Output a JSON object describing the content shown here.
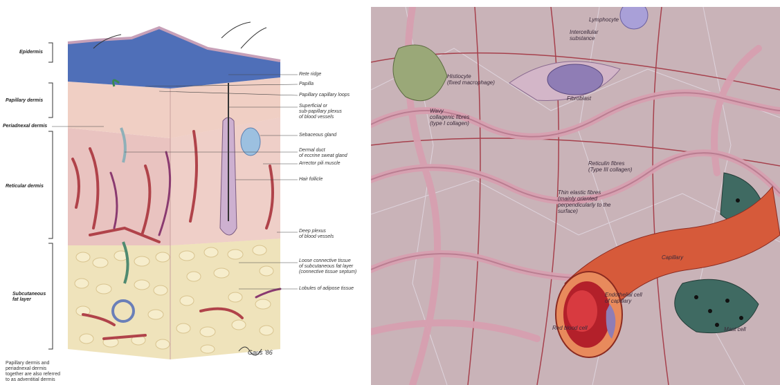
{
  "left_panel": {
    "layer_labels": {
      "epidermis": "Epidermis",
      "papillary_dermis": "Papillary dermis",
      "periadnexal_dermis": "Periadnexal dermis",
      "reticular_dermis": "Reticular dermis",
      "subcutaneous": "Subcutaneous\nfat layer"
    },
    "callouts": {
      "rete_ridge": "Rete ridge",
      "papilla": "Papilla",
      "capillary_loops": "Papillary capillary loops",
      "superficial_plexus": "Superficial or\nsub-papillary plexus\nof blood vessels",
      "sebaceous": "Sebaceous gland",
      "dermal_duct": "Dermal duct\nof eccrine sweat gland",
      "arrector": "Arrector pili muscle",
      "hair_follicle": "Hair follicle",
      "deep_plexus": "Deep plexus\nof blood vessels",
      "loose_connective": "Loose connective tissue\nof subcutaneous fat layer\n(connective tissue septum)",
      "lobules": "Lobules of adipose tissue"
    },
    "footnote": "Papillary dermis and\nperiadnexal dermis\ntogether are also referred\nto as adventitial dermis",
    "signature": "Gaus '86"
  },
  "right_panel": {
    "labels": {
      "lymphocyte": "Lymphocyte",
      "intercellular": "Intercellular\nsubstance",
      "histiocyte": "Histiocyte\n(fixed macrophage)",
      "fibroblast": "Fibroblast",
      "wavy_collagen": "Wavy\ncollagenic fibres\n(type I collagen)",
      "reticulin": "Reticulin fibres\n(Type III collagen)",
      "elastic": "Thin elastic fibres\n(mainly oriented\nperpendicularly to the\nsurface)",
      "capillary": "Capillary",
      "endothelial": "Endothelial cell\nof capillary",
      "red_blood_cell": "Red blood cell",
      "mast_cell": "Mast cell"
    }
  },
  "colors": {
    "epidermis_blue": "#4f6fb8",
    "dermis_pink": "#e9c3c0",
    "fat_yellow": "#efe3bb",
    "vessel_red": "#b0434a",
    "tissue_bg": "#c9b3b8",
    "fibre_pink": "#d79fb0"
  }
}
